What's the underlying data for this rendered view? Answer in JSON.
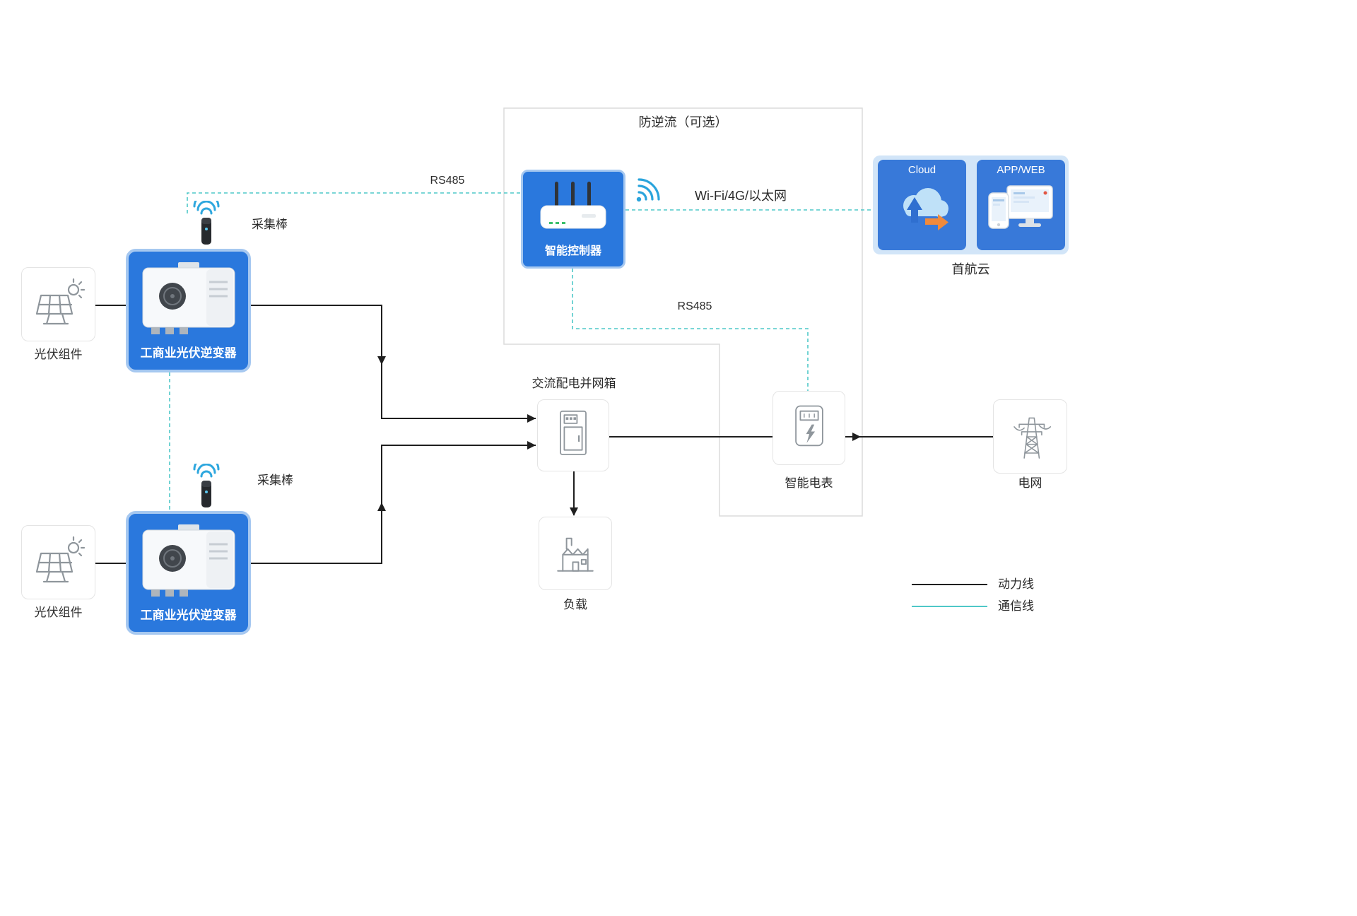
{
  "diagram": {
    "title_box": "防逆流（可选）",
    "labels": {
      "pv": "光伏组件",
      "collector": "采集棒",
      "inverter": "工商业光伏逆变器",
      "controller": "智能控制器",
      "rs485": "RS485",
      "wifi_eth": "Wi-Fi/4G/以太网",
      "cloud": "Cloud",
      "appweb": "APP/WEB",
      "cloud_caption": "首航云",
      "ac_box": "交流配电并网箱",
      "load": "负载",
      "meter": "智能电表",
      "grid": "电网"
    },
    "legend": {
      "power": "动力线",
      "comm": "通信线"
    },
    "colors": {
      "power_line": "#1f1f1f",
      "comm_line": "#4fc8c8",
      "node_blue": "#2a78dd",
      "node_blue_border": "#a6c8f0",
      "cloud_panel_bg": "#d2e5f8",
      "cloud_inner_bg": "#3879d9",
      "icon_stroke": "#8f969c",
      "outline_gray": "#dcdcdc"
    }
  }
}
